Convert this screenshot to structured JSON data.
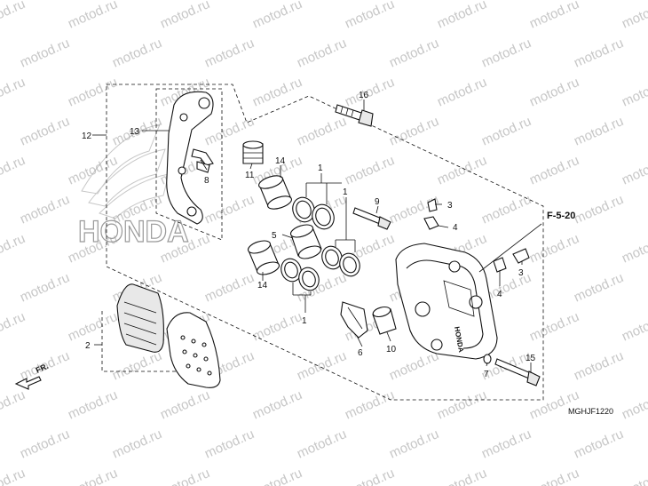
{
  "watermark": {
    "text": "motod.ru"
  },
  "brand_mark": {
    "text": "HONDA"
  },
  "diagram_code": "MGHJF1220",
  "reference_label": "F-5-20",
  "front_arrow_label": "FR.",
  "callouts": {
    "c1a": "1",
    "c1b": "1",
    "c1c": "1",
    "c2": "2",
    "c3a": "3",
    "c3b": "3",
    "c4a": "4",
    "c4b": "4",
    "c5": "5",
    "c6": "6",
    "c7": "7",
    "c8": "8",
    "c9": "9",
    "c10": "10",
    "c11": "11",
    "c12": "12",
    "c13": "13",
    "c14a": "14",
    "c14b": "14",
    "c15": "15",
    "c16": "16"
  },
  "colors": {
    "line": "#111111",
    "watermark": "#c7c7c7",
    "brand": "#9a9a9a",
    "background": "#ffffff"
  }
}
